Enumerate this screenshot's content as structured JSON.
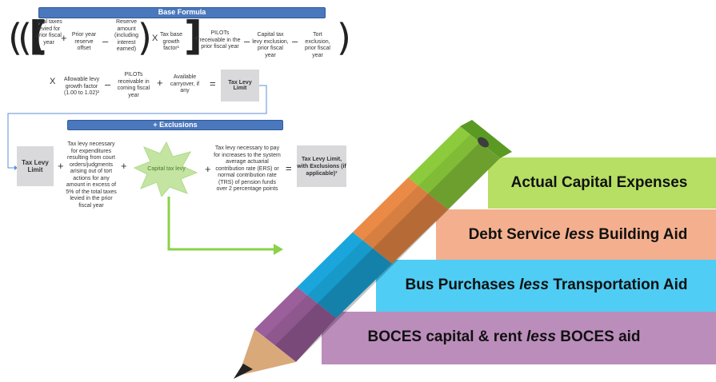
{
  "formula": {
    "base_title": "Base Formula",
    "total_taxes": "Total taxes levied for prior fiscal year",
    "prior_year_reserve": "Prior year reserve offset",
    "reserve_amount": "Reserve amount (including interest earned)",
    "tax_base_growth": "Tax base growth factor¹",
    "pilots_prior": "PILOTs receivable in the prior fiscal year",
    "capital_exclusion": "Capital tax levy exclusion, prior fiscal year",
    "tort_exclusion": "Tort exclusion, prior fiscal year",
    "allowable_levy": "Allowable levy growth factor (1.00 to 1.02)²",
    "pilots_coming": "PILOTs receivable in coming fiscal year",
    "available_carryover": "Available carryover, if any",
    "tax_levy_limit": "Tax Levy Limit",
    "exclusions_title": "+ Exclusions",
    "tax_levy_limit_2": "Tax Levy Limit",
    "tort_expenditures": "Tax levy necessary for expenditures resulting from court orders/judgments arising out of tort actions for any amount in excess of 5% of the total taxes levied in the prior fiscal year",
    "capital_tax_levy": "Capital tax levy",
    "pension_increase": "Tax levy necessary to pay for increases to the system average actuarial contribution rate (ERS) or normal contribution rate (TRS) of pension funds over 2 percentage points",
    "limit_with_exclusions": "Tax Levy Limit, with Exclusions (if applicable)³",
    "ops": {
      "plus": "+",
      "minus": "–",
      "times": "X",
      "equals": "="
    }
  },
  "pencil": {
    "bands": [
      {
        "pre": "Actual Capital Expenses",
        "em": "",
        "post": "",
        "color": "#b6df63"
      },
      {
        "pre": "Debt Service ",
        "em": "less",
        "post": " Building Aid",
        "color": "#f4b08e"
      },
      {
        "pre": "Bus Purchases ",
        "em": "less",
        "post": " Transportation Aid",
        "color": "#4fcdf4"
      },
      {
        "pre": "BOCES capital & rent ",
        "em": "less",
        "post": " BOCES aid",
        "color": "#bb8dbb"
      }
    ]
  }
}
